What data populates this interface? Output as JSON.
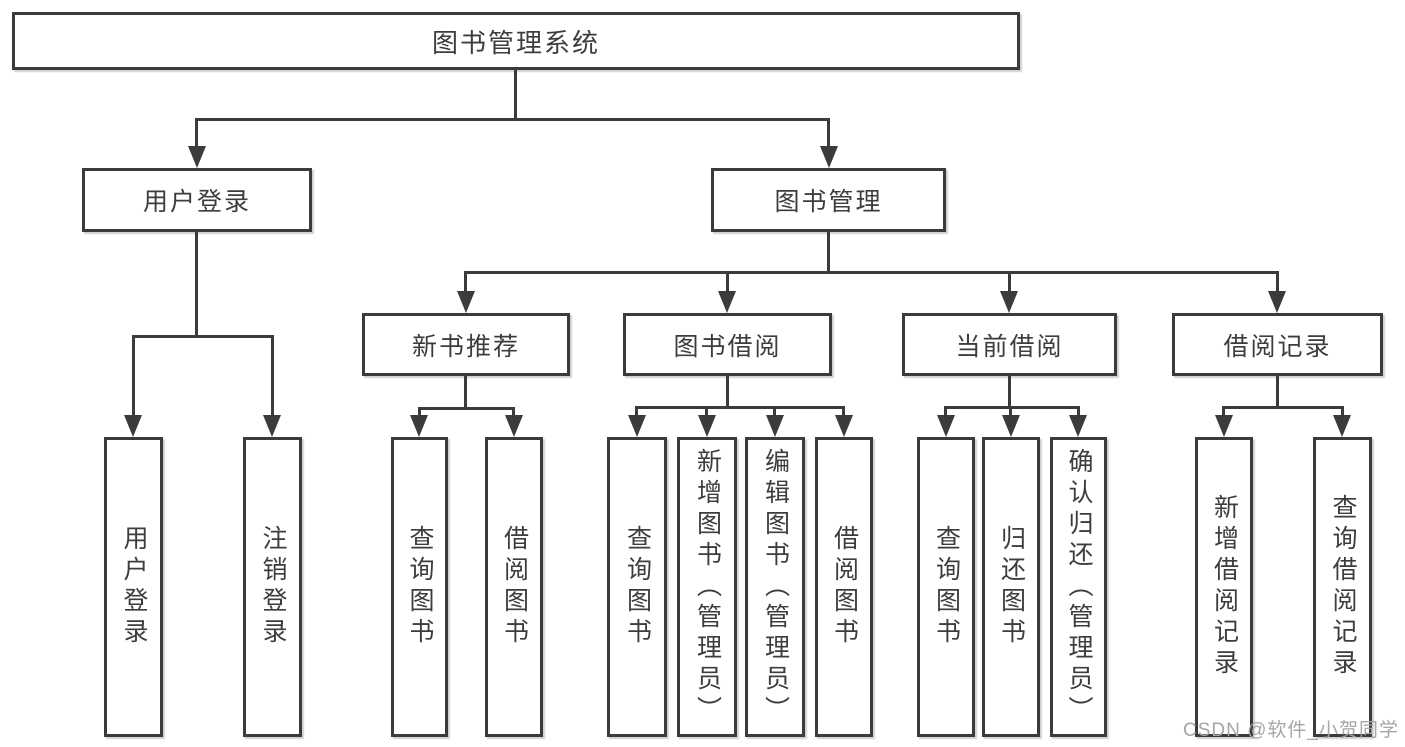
{
  "diagram": {
    "root": {
      "label": "图书管理系统"
    },
    "level2": [
      {
        "label": "用户登录"
      },
      {
        "label": "图书管理"
      }
    ],
    "level3": [
      {
        "label": "新书推荐"
      },
      {
        "label": "图书借阅"
      },
      {
        "label": "当前借阅"
      },
      {
        "label": "借阅记录"
      }
    ],
    "leaves": [
      {
        "label": "用户登录"
      },
      {
        "label": "注销登录"
      },
      {
        "label": "查询图书"
      },
      {
        "label": "借阅图书"
      },
      {
        "label": "查询图书"
      },
      {
        "label": "新增图书（管理员）"
      },
      {
        "label": "编辑图书（管理员）"
      },
      {
        "label": "借阅图书"
      },
      {
        "label": "查询图书"
      },
      {
        "label": "归还图书"
      },
      {
        "label": "确认归还（管理员）"
      },
      {
        "label": "新增借阅记录"
      },
      {
        "label": "查询借阅记录"
      }
    ]
  },
  "watermark": {
    "text": "CSDN @软件_小贺同学"
  },
  "colors": {
    "line": "#3b3b3b",
    "text": "#3d3d3d",
    "watermark": "#a6a6a6",
    "background": "#ffffff"
  }
}
